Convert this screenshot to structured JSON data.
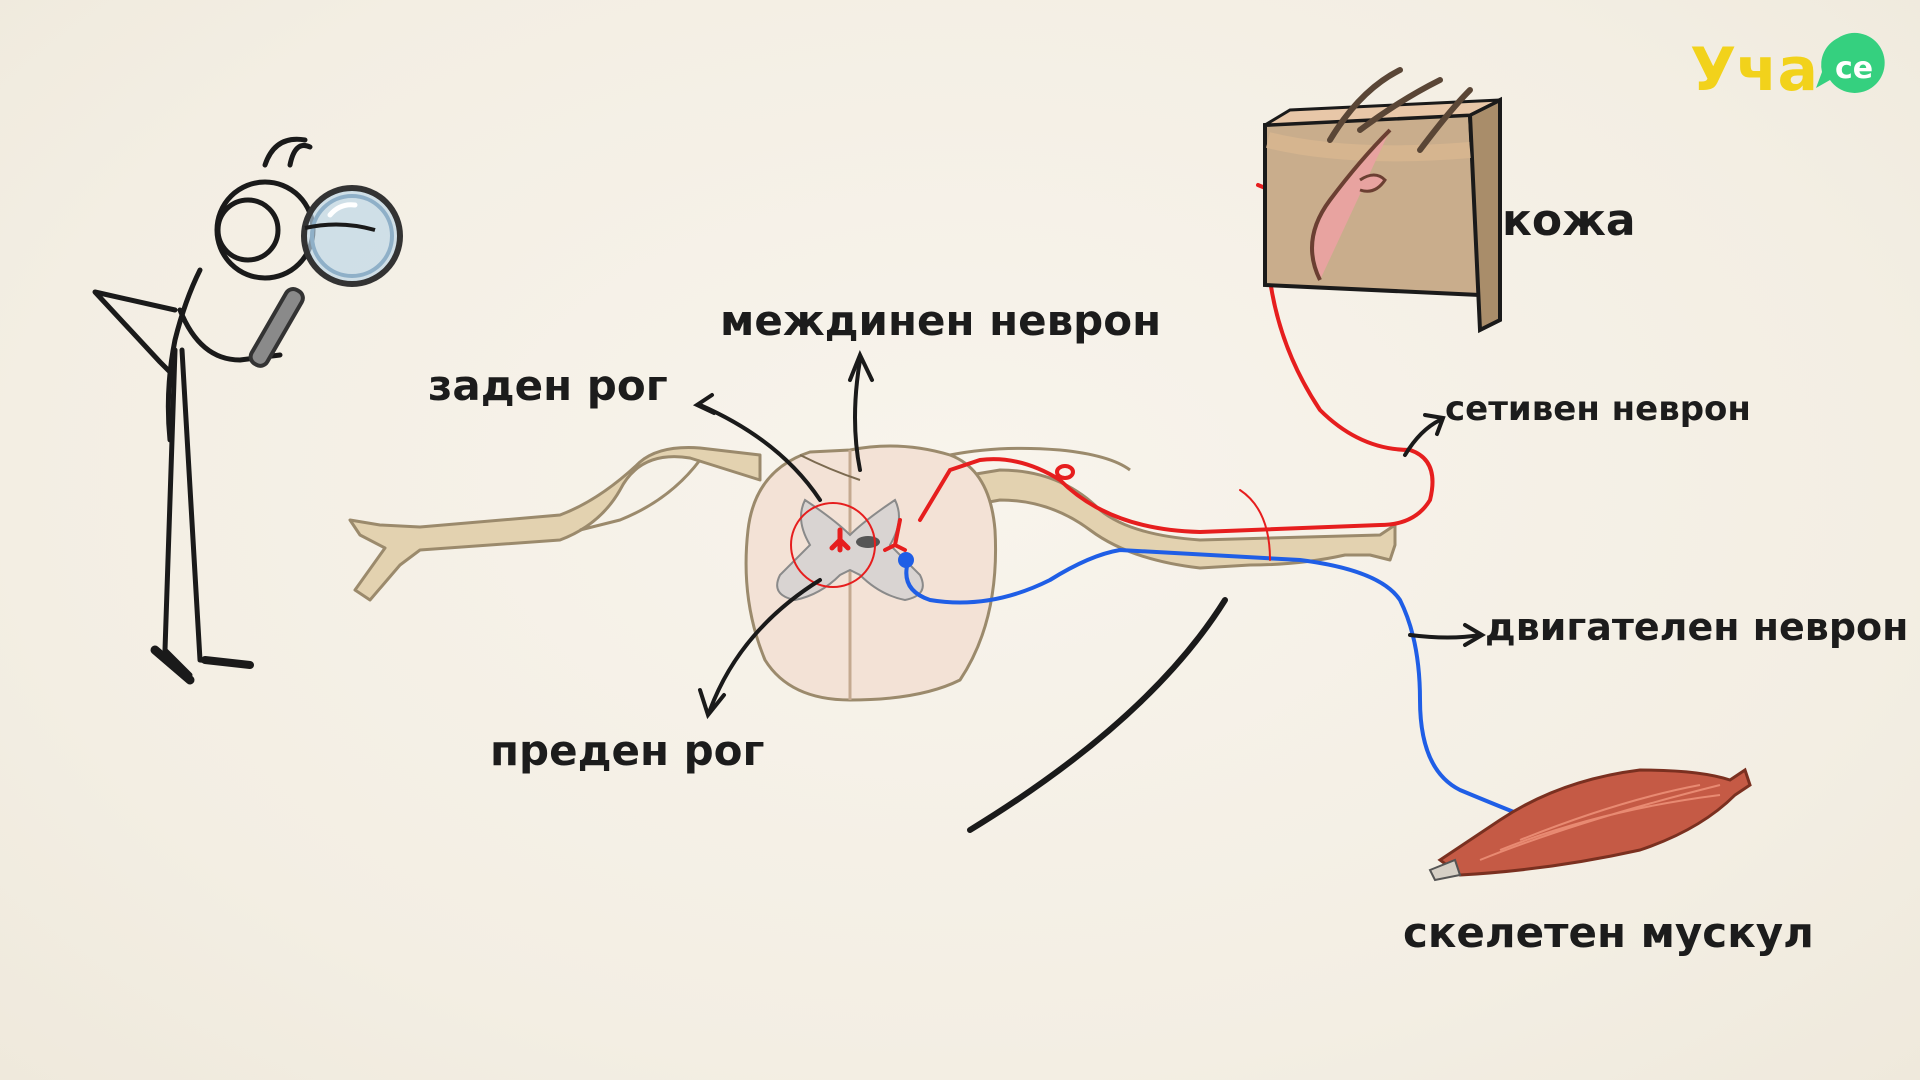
{
  "logo": {
    "main": "Уча",
    "suffix": "се",
    "color_main": "#f2d21b",
    "color_badge": "#35d07f"
  },
  "labels": {
    "dorsal_horn": "заден рог",
    "interneuron": "междинен неврон",
    "ventral_horn": "преден рог",
    "skin": "кожа",
    "sensory_neuron": "сетивен неврон",
    "motor_neuron": "двигателен неврон",
    "skeletal_muscle": "скелетен мускул"
  },
  "colors": {
    "nerve": "#e3d2b0",
    "nerve_outline": "#9b8a6c",
    "sensory": "#e61e1e",
    "motor": "#1f5ee6",
    "skin_block": "#c9ad8c",
    "muscle": "#c55a45",
    "ink": "#1a1a1a"
  }
}
